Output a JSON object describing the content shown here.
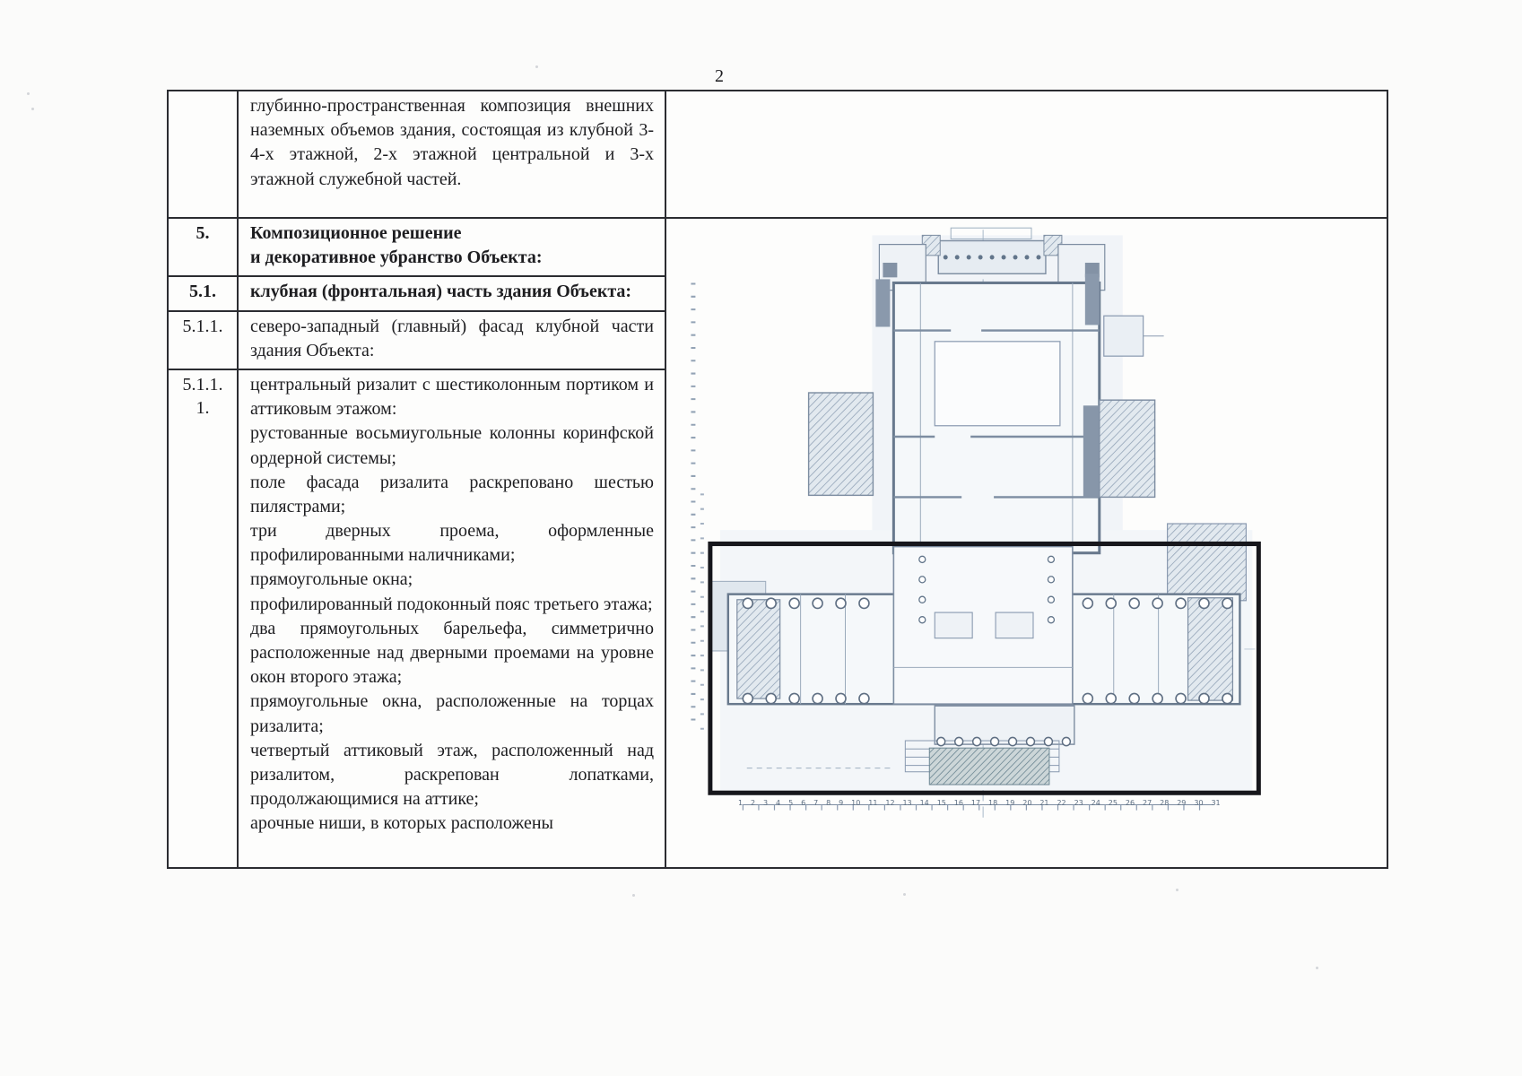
{
  "page": {
    "number": "2"
  },
  "table": {
    "rows": [
      {
        "num": "",
        "text": "глубинно-пространственная композиция внешних наземных объемов здания, состоящая из клубной 3-4-х этажной, 2-х этажной центральной и 3-х этажной служебной частей."
      },
      {
        "num": "5.",
        "text": "Композиционное решение\nи декоративное убранство Объекта:"
      },
      {
        "num": "5.1.",
        "text": "клубная (фронтальная) часть здания Объекта:"
      },
      {
        "num": "5.1.1.",
        "text": "северо-западный (главный) фасад клубной части здания Объекта:"
      },
      {
        "num": "5.1.1.\n1.",
        "items": [
          "центральный ризалит с шестиколонным портиком и аттиковым этажом:",
          "рустованные восьмиугольные колонны коринфской ордерной системы;",
          "поле фасада ризалита раскреповано шестью пилястрами;",
          "три дверных проема, оформленные профилированными наличниками;",
          "прямоугольные окна;",
          "профилированный подоконный пояс третьего этажа;",
          "два прямоугольных барельефа, симметрично расположенные над дверными проемами на уровне окон второго этажа;",
          "прямоугольные окна, расположенные на торцах ризалита;",
          "четвертый аттиковый этаж, расположенный над ризалитом, раскрепован лопатками, продолжающимися на аттике;",
          "арочные ниши, в которых расположены"
        ]
      }
    ]
  },
  "drawing": {
    "axis_labels": [
      "1",
      "2",
      "3",
      "4",
      "5",
      "6",
      "7",
      "8",
      "9",
      "10",
      "11",
      "12",
      "13",
      "14",
      "15",
      "16",
      "17",
      "18",
      "19",
      "20",
      "21",
      "22",
      "23",
      "24",
      "25",
      "26",
      "27",
      "28",
      "29",
      "30",
      "31"
    ]
  }
}
